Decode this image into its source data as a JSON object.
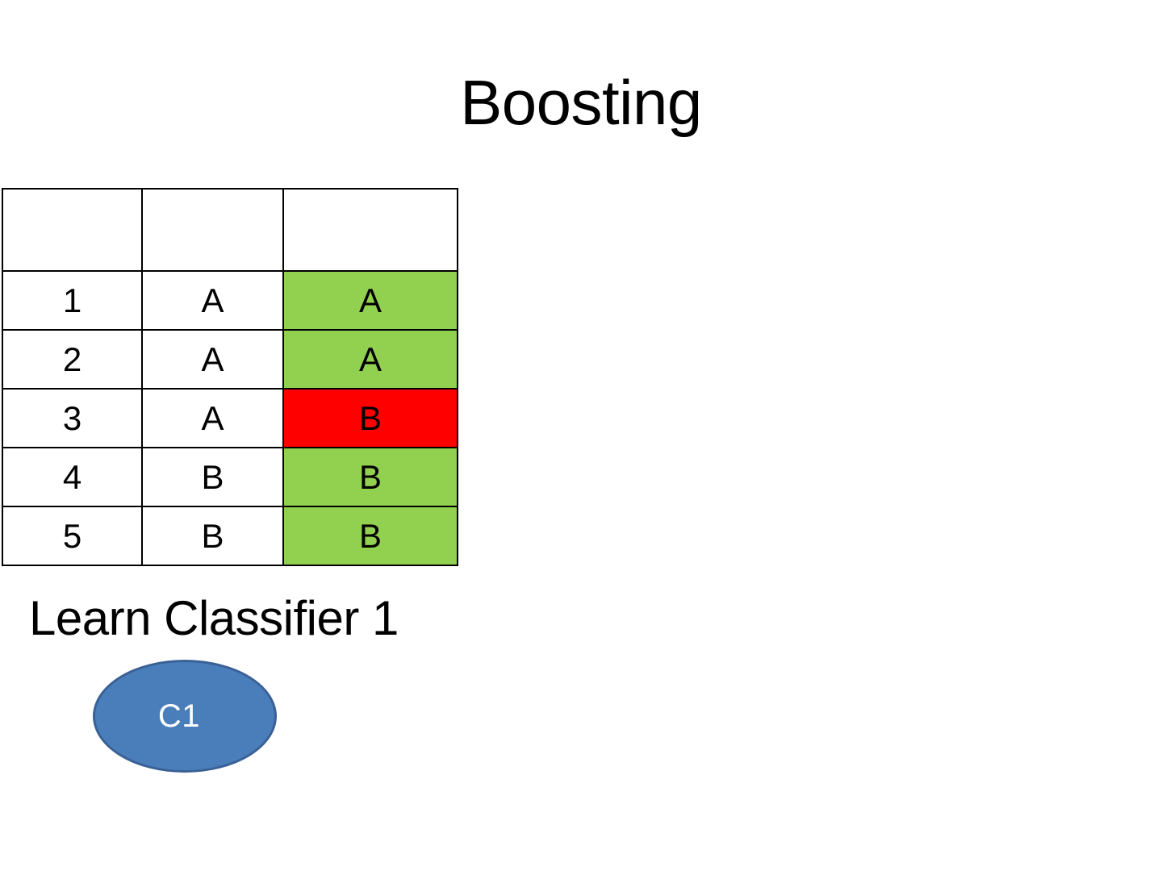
{
  "slide": {
    "title": "Boosting",
    "caption": "Learn Classifier 1"
  },
  "table": {
    "header": [
      "",
      "",
      ""
    ],
    "rows": [
      {
        "id": "1",
        "true_label": "A",
        "predicted": "A",
        "status": "correct"
      },
      {
        "id": "2",
        "true_label": "A",
        "predicted": "A",
        "status": "correct"
      },
      {
        "id": "3",
        "true_label": "A",
        "predicted": "B",
        "status": "incorrect"
      },
      {
        "id": "4",
        "true_label": "B",
        "predicted": "B",
        "status": "correct"
      },
      {
        "id": "5",
        "true_label": "B",
        "predicted": "B",
        "status": "correct"
      }
    ]
  },
  "classifier": {
    "label": "C1"
  },
  "colors": {
    "correct": "#92D050",
    "incorrect": "#FF0000",
    "node_fill": "#4A7EBB",
    "node_border": "#3A6196",
    "text": "#000000",
    "background": "#FFFFFF"
  }
}
